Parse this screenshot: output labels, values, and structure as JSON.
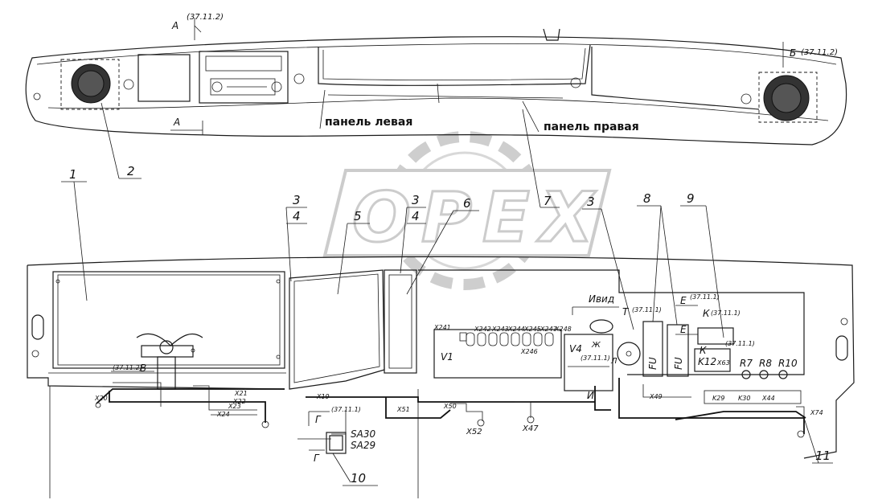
{
  "watermark": {
    "text": "OPEX"
  },
  "top_view": {
    "section_a_top": "А",
    "section_a_top_ref": "(37.11.2)",
    "section_b": "Б",
    "section_b_ref": "(37.11.2)",
    "section_a_bottom": "А",
    "panel_left": "панель левая",
    "panel_right": "панель правая",
    "callout_2": "2",
    "callout_7": "7"
  },
  "bottom_view": {
    "callouts": {
      "c1": "1",
      "c3a": "3",
      "c4a": "4",
      "c5": "5",
      "c3b": "3",
      "c4b": "4",
      "c6": "6",
      "c3c": "3",
      "c8": "8",
      "c9": "9",
      "c10": "10",
      "c11": "11"
    },
    "section_v": "В",
    "section_v_ref": "(37.11.2)",
    "section_g_top": "Г",
    "section_g_ref": "(37.11.1)",
    "section_g_bottom": "Г",
    "view_i": "Ивид",
    "section_t": "Т",
    "section_t_ref": "(37.11.1)",
    "section_e": "Е",
    "section_e_ref": "(37.11.1)",
    "section_k": "К",
    "section_k_ref": "(37.11.1)",
    "section_e2": "Е",
    "section_k2": "К",
    "section_k2_ref": "(37.11.1)",
    "connectors": {
      "x241": "X241",
      "x242": "X242",
      "x243": "X243",
      "x244": "X244",
      "x245": "X245",
      "x247": "X247",
      "x248": "X248",
      "x246": "X246",
      "x20": "X20",
      "x21": "X21",
      "x22": "X22",
      "x23": "X23",
      "x24": "X24",
      "x19": "X19",
      "x52": "X52",
      "x51": "X51",
      "x50": "X50",
      "x47": "X47",
      "x49": "X49",
      "x74": "X74",
      "x63": "X63",
      "x44": "X44"
    },
    "components": {
      "v1": "V1",
      "v4": "V4",
      "v4_ref": "(37.11.1)",
      "fu1": "FU",
      "fu2": "FU",
      "sa30": "SA30",
      "sa29": "SA29",
      "k12": "K12",
      "k29": "K29",
      "k30": "K30",
      "r7": "R7",
      "r8": "R8",
      "r10": "R10",
      "zh": "Ж",
      "i_marker": "И",
      "l_marker": "Л"
    }
  }
}
